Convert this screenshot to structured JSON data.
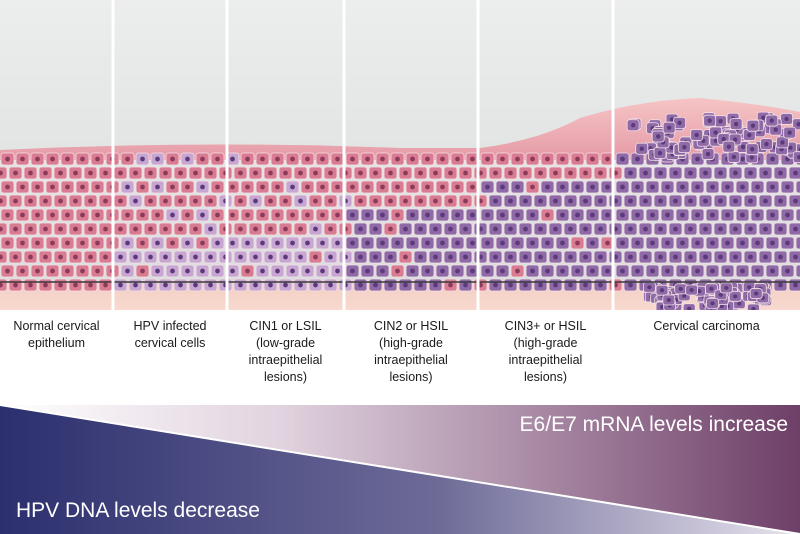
{
  "stages": [
    {
      "id": "normal",
      "lines": [
        "Normal cervical",
        "epithelium"
      ]
    },
    {
      "id": "hpv",
      "lines": [
        "HPV infected",
        "cervical cells"
      ]
    },
    {
      "id": "cin1",
      "lines": [
        "CIN1 or LSIL",
        "(low-grade",
        "intraepithelial",
        "lesions)"
      ]
    },
    {
      "id": "cin2",
      "lines": [
        "CIN2 or HSIL",
        "(high-grade",
        "intraepithelial",
        "lesions)"
      ]
    },
    {
      "id": "cin3",
      "lines": [
        "CIN3+ or HSIL",
        "(high-grade",
        "intraepithelial",
        "lesions)"
      ]
    },
    {
      "id": "carcinoma",
      "lines": [
        "Cervical carcinoma"
      ]
    }
  ],
  "gradient": {
    "top_label": "E6/E7 mRNA levels increase",
    "bottom_label": "HPV DNA levels decrease"
  },
  "colors": {
    "normal_cell": "#d97c92",
    "infected_cell": "#c7a6d2",
    "dysplastic_cell": "#8f6aa6",
    "stroma": "#f6c8bd",
    "dna_gradient": "#2b2f6e",
    "mrna_gradient": "#6e3f68"
  }
}
